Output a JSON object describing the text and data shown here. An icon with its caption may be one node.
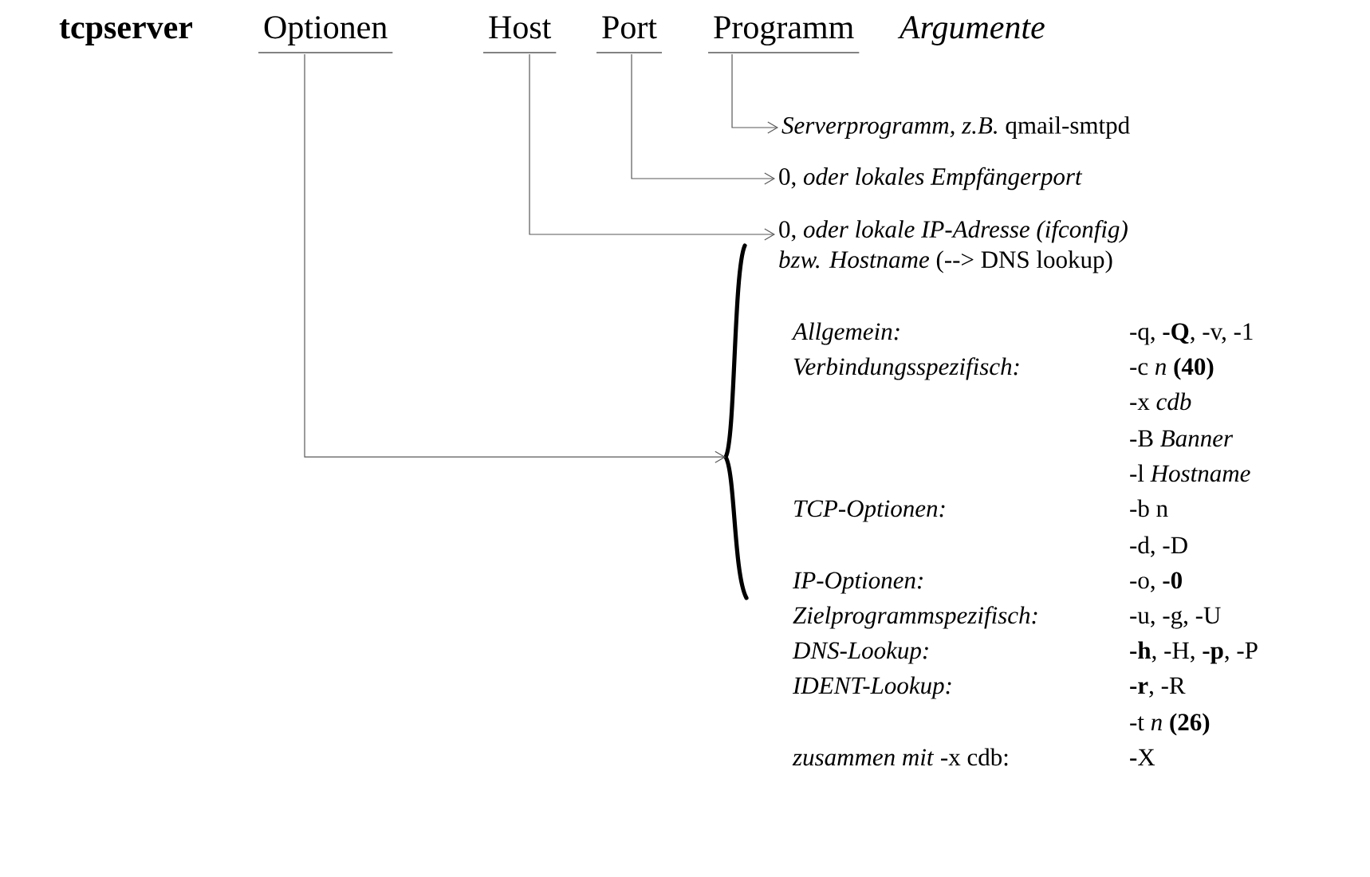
{
  "diagram": {
    "nodes": [
      {
        "text": [
          "Optionen"
        ]
      },
      {
        "text": [
          "Host"
        ]
      },
      {
        "text": [
          "Port"
        ]
      },
      {
        "text": [
          "Programm"
        ]
      },
      {
        "text": [
          "*Serverprogramm, z.B.* qmail-smtpd"
        ]
      },
      {
        "text": [
          "0, *oder lokales Empfängerport*"
        ]
      },
      {
        "text": [
          "0, *oder lokale IP-Adresse (ifconfig) bzw. Hostname* (--> DNS lookup)"
        ]
      },
      {
        "text": [],
        "shape": "brace"
      }
    ],
    "edges": [
      {
        "from": 3,
        "to": 4,
        "arrow": "to"
      },
      {
        "from": 2,
        "to": 5,
        "arrow": "to"
      },
      {
        "from": 1,
        "to": 6,
        "arrow": "to"
      },
      {
        "from": 0,
        "to": 7,
        "arrow": "to"
      }
    ],
    "labels": [
      "tcpserver",
      "Argumente",
      "Allgemein:",
      "-q, **-Q**, -v, -1",
      "Verbindungsspezifisch:",
      "-c *n* **(40)**",
      "-x *cdb*",
      "-B *Banner*",
      "-l *Hostname*",
      "TCP-Optionen:",
      "-b n",
      "-d, -D",
      "IP-Optionen:",
      "-o, **-0**",
      "Zielprogrammspezifisch:",
      "-u, -g, -U",
      "DNS-Lookup:",
      "**-h**, -H, **-p**, -P",
      "IDENT-Lookup:",
      "**-r**, -R",
      "-t *n* **(26)**",
      "*zusammen mit* -x cdb:",
      "**-**X"
    ]
  }
}
